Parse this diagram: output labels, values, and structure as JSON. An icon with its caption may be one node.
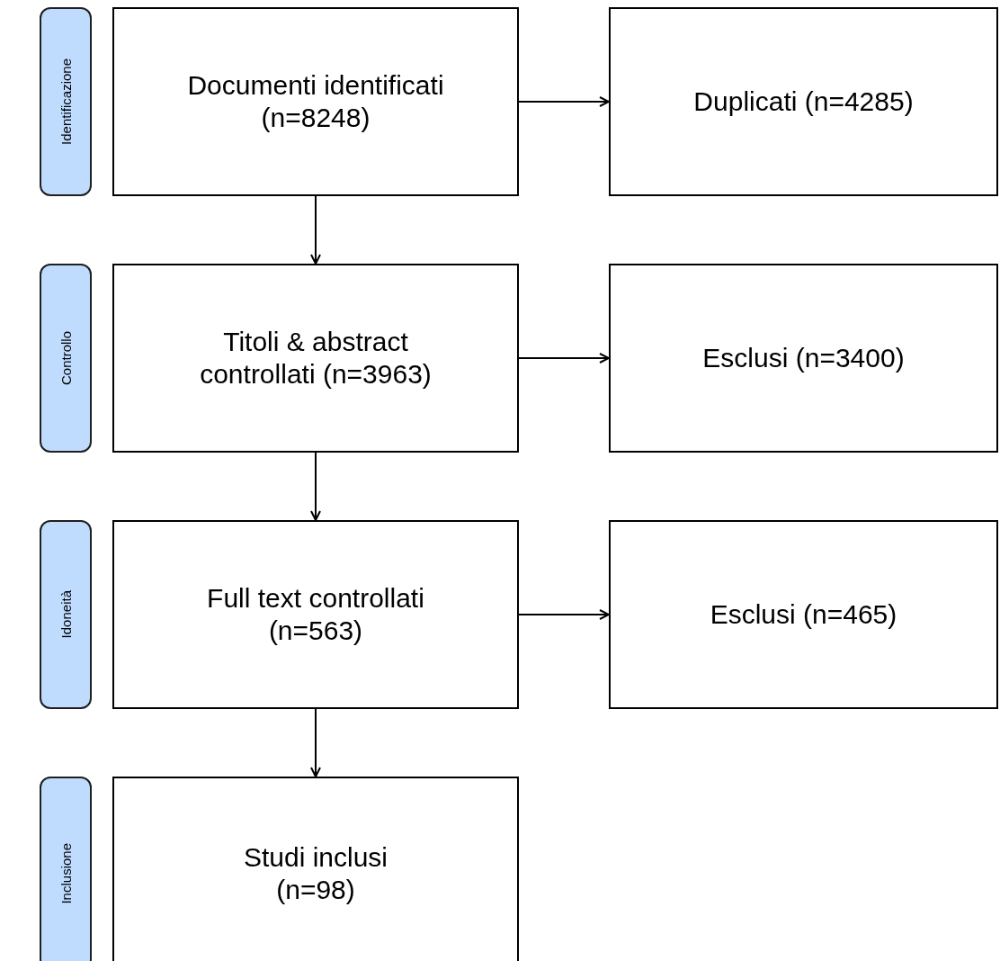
{
  "diagram": {
    "nodes": [
      {
        "text": [
          "Identificazione"
        ]
      },
      {
        "text": [
          "Documenti identificati (n=8248)"
        ]
      },
      {
        "text": [
          "Duplicati (n=4285)"
        ]
      },
      {
        "text": [
          "Controllo"
        ]
      },
      {
        "text": [
          "Titoli & abstract controllati (n=3963)"
        ]
      },
      {
        "text": [
          "Esclusi (n=3400)"
        ]
      },
      {
        "text": [
          "Idoneità"
        ]
      },
      {
        "text": [
          "Full text controllati (n=563)"
        ]
      },
      {
        "text": [
          "Esclusi (n=465)"
        ]
      },
      {
        "text": [
          "Inclusione"
        ]
      },
      {
        "text": [
          "Studi inclusi (n=98)"
        ]
      }
    ],
    "edges": [
      {
        "from": 1,
        "to": 2,
        "arrow": "to"
      },
      {
        "from": 1,
        "to": 4,
        "arrow": "to"
      },
      {
        "from": 4,
        "to": 5,
        "arrow": "to"
      },
      {
        "from": 4,
        "to": 7,
        "arrow": "to"
      },
      {
        "from": 7,
        "to": 8,
        "arrow": "to"
      },
      {
        "from": 7,
        "to": 10,
        "arrow": "to"
      }
    ]
  }
}
